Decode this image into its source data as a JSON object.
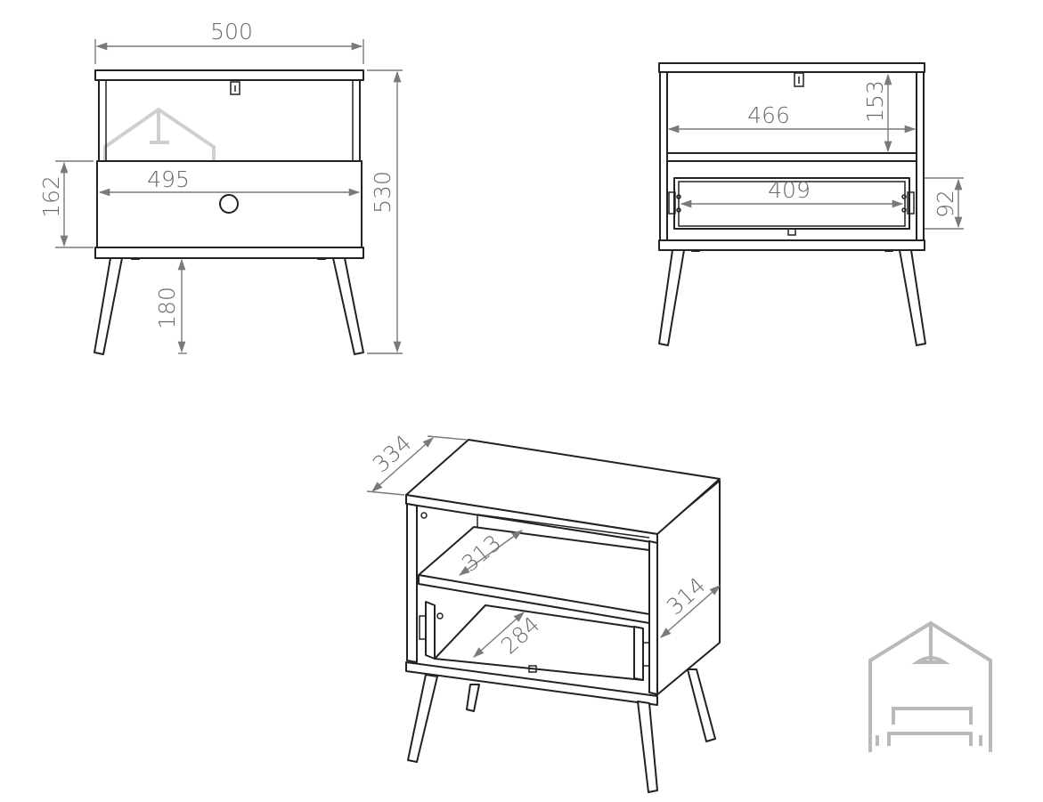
{
  "front_view": {
    "width_label": "500",
    "drawer_width_label": "495",
    "drawer_height_label": "162",
    "total_height_label": "530",
    "leg_height_label": "180"
  },
  "front_open_view": {
    "inner_width_label": "466",
    "shelf_height_label": "153",
    "drawer_inner_width_label": "409",
    "drawer_inner_height_label": "92"
  },
  "perspective_view": {
    "depth_label": "334",
    "shelf_depth_label": "313",
    "side_depth_label": "314",
    "drawer_depth_label": "284"
  },
  "colors": {
    "outline": "#222222",
    "dimension": "#7a7a7a",
    "watermark": "#b9b9b9"
  },
  "icons": [
    "house-sofa-logo-icon"
  ]
}
